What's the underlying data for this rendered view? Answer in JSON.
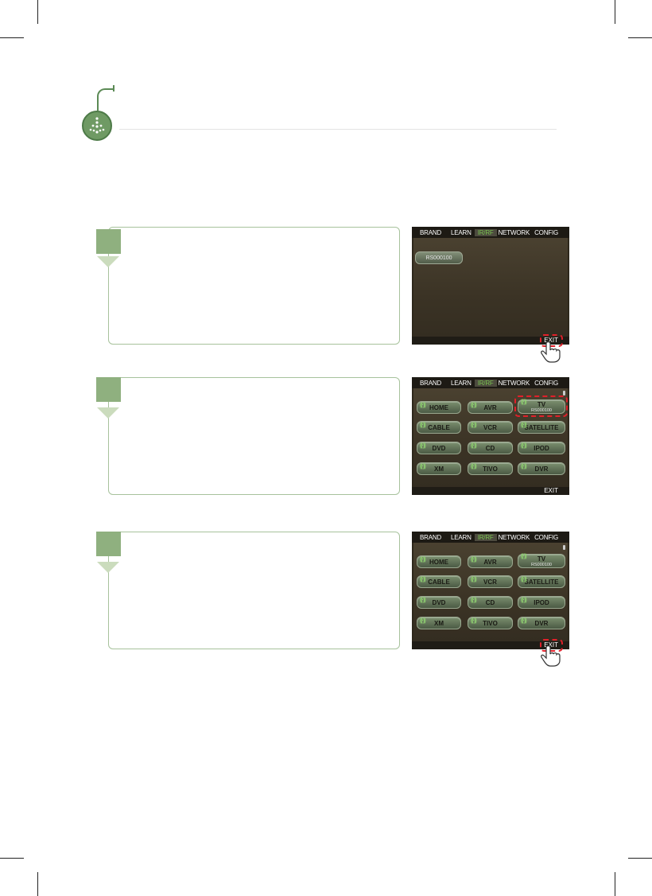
{
  "header": {
    "icon": "tree-network-icon"
  },
  "screens": [
    {
      "nav": [
        "BRAND",
        "LEARN",
        "IR/RF",
        "NETWORK",
        "CONFIG"
      ],
      "active_tab": "IR/RF",
      "device_button": "RS000100",
      "exit": "EXIT",
      "highlight": "EXIT"
    },
    {
      "nav": [
        "BRAND",
        "LEARN",
        "IR/RF",
        "NETWORK",
        "CONFIG"
      ],
      "active_tab": "IR/RF",
      "buttons": [
        "HOME",
        "AVR",
        "TV",
        "CABLE",
        "VCR",
        "SATELLITE",
        "DVD",
        "CD",
        "IPOD",
        "XM",
        "TIVO",
        "DVR"
      ],
      "tv_sub": "RS000100",
      "exit": "EXIT",
      "highlight": "TV"
    },
    {
      "nav": [
        "BRAND",
        "LEARN",
        "IR/RF",
        "NETWORK",
        "CONFIG"
      ],
      "active_tab": "IR/RF",
      "buttons": [
        "HOME",
        "AVR",
        "TV",
        "CABLE",
        "VCR",
        "SATELLITE",
        "DVD",
        "CD",
        "IPOD",
        "XM",
        "TIVO",
        "DVR"
      ],
      "tv_sub": "RS000100",
      "exit": "EXIT",
      "highlight": "EXIT"
    }
  ],
  "colors": {
    "accent": "#8fb07f",
    "highlight": "#e0202a",
    "active_tab": "#78c04f"
  }
}
